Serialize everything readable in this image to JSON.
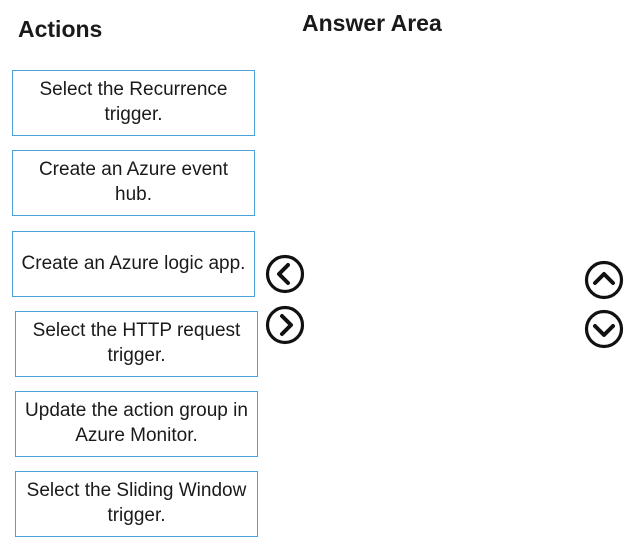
{
  "headings": {
    "actions": "Actions",
    "answer_area": "Answer Area"
  },
  "actions": [
    {
      "label": "Select the Recurrence trigger."
    },
    {
      "label": "Create an Azure event hub."
    },
    {
      "label": "Create an Azure logic app."
    },
    {
      "label": "Select the HTTP request trigger."
    },
    {
      "label": "Update the action group in Azure Monitor."
    },
    {
      "label": "Select the Sliding Window trigger."
    }
  ],
  "controls": {
    "move_left_icon": "chevron-left-circle",
    "move_right_icon": "chevron-right-circle",
    "move_up_icon": "chevron-up-circle",
    "move_down_icon": "chevron-down-circle"
  },
  "colors": {
    "box_border": "#4aa3d8",
    "text": "#1a1a1a"
  }
}
